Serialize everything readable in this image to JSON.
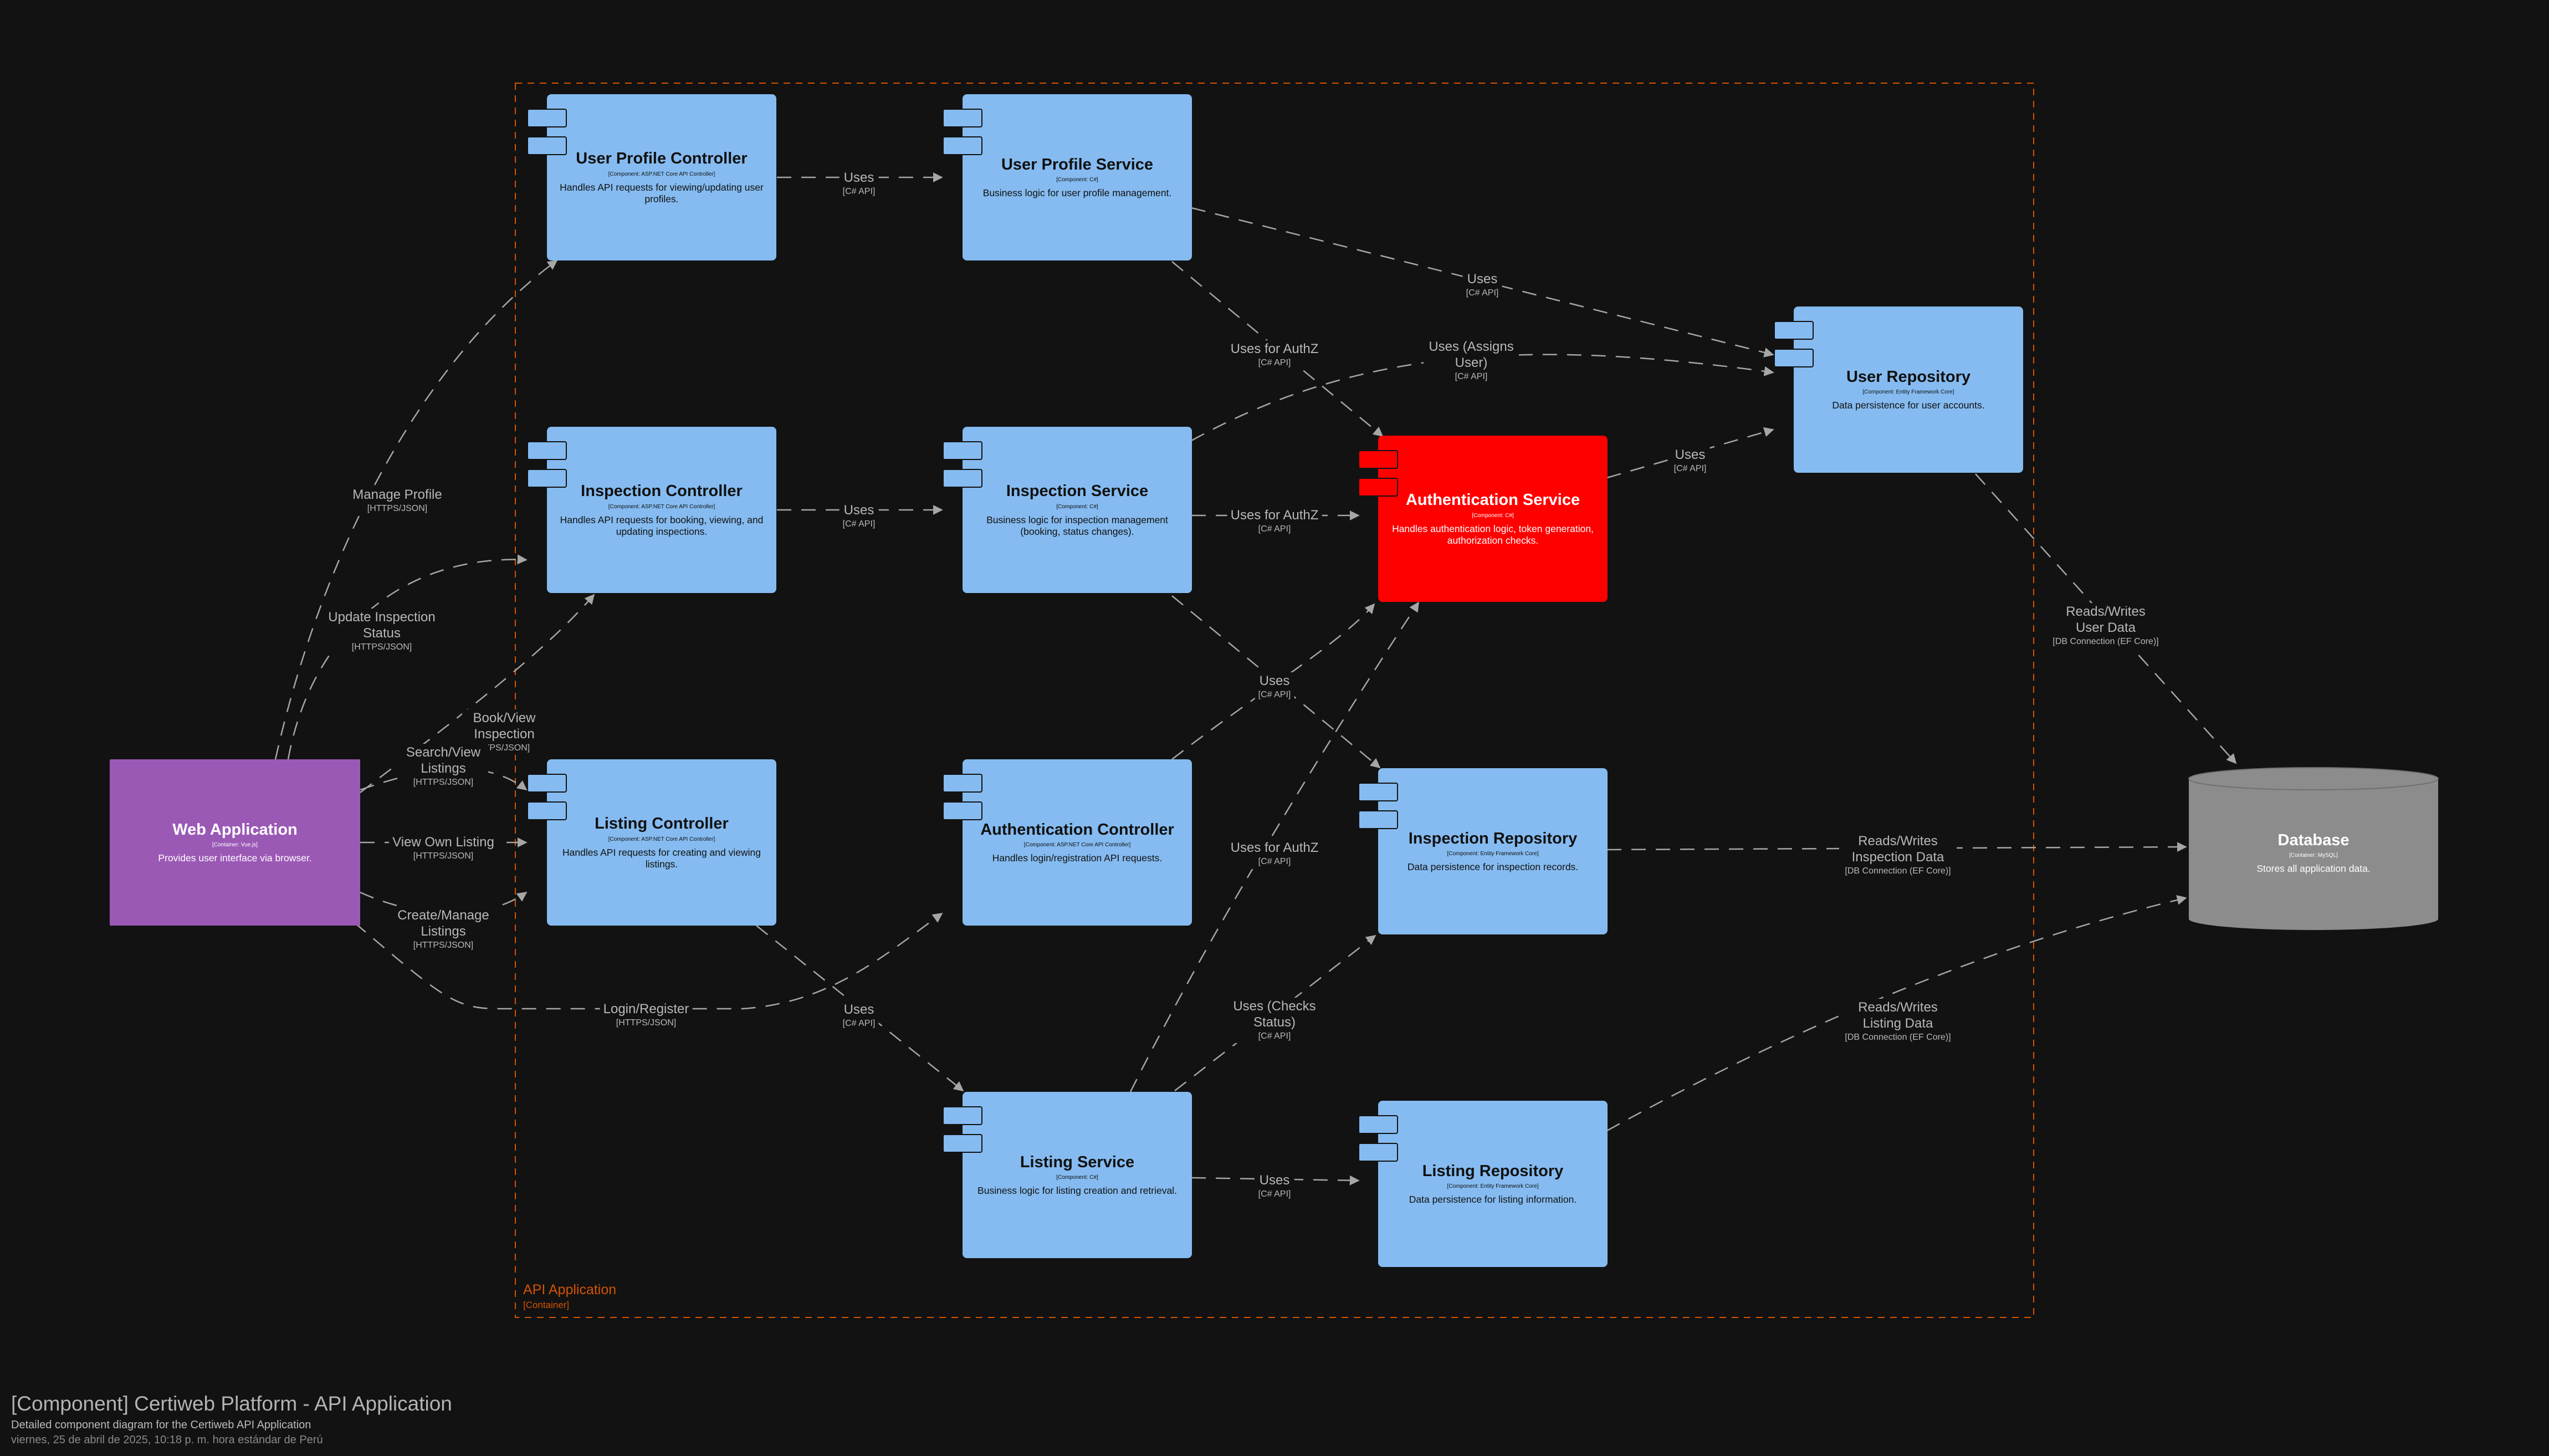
{
  "boundary": {
    "title": "API Application",
    "type": "[Container]"
  },
  "components": {
    "user_profile_controller": {
      "title": "User Profile Controller",
      "tech": "[Component: ASP.NET Core API Controller]",
      "desc": "Handles API requests for viewing/updating user profiles."
    },
    "user_profile_service": {
      "title": "User Profile Service",
      "tech": "[Component: C#]",
      "desc": "Business logic for user profile management."
    },
    "inspection_controller": {
      "title": "Inspection Controller",
      "tech": "[Component: ASP.NET Core API Controller]",
      "desc": "Handles API requests for booking, viewing, and updating inspections."
    },
    "inspection_service": {
      "title": "Inspection Service",
      "tech": "[Component: C#]",
      "desc": "Business logic for inspection management (booking, status changes)."
    },
    "authentication_service": {
      "title": "Authentication Service",
      "tech": "[Component: C#]",
      "desc": "Handles authentication logic, token generation, authorization checks."
    },
    "user_repository": {
      "title": "User Repository",
      "tech": "[Component: Entity Framework Core]",
      "desc": "Data persistence for user accounts."
    },
    "listing_controller": {
      "title": "Listing Controller",
      "tech": "[Component: ASP.NET Core API Controller]",
      "desc": "Handles API requests for creating and viewing listings."
    },
    "authentication_controller": {
      "title": "Authentication Controller",
      "tech": "[Component: ASP.NET Core API Controller]",
      "desc": "Handles login/registration API requests."
    },
    "inspection_repository": {
      "title": "Inspection Repository",
      "tech": "[Component: Entity Framework Core]",
      "desc": "Data persistence for inspection records."
    },
    "listing_service": {
      "title": "Listing Service",
      "tech": "[Component: C#]",
      "desc": "Business logic for listing creation and retrieval."
    },
    "listing_repository": {
      "title": "Listing Repository",
      "tech": "[Component: Entity Framework Core]",
      "desc": "Data persistence for listing information."
    }
  },
  "web_application": {
    "title": "Web Application",
    "tech": "[Container: Vue.js]",
    "desc": "Provides user interface via browser."
  },
  "database": {
    "title": "Database",
    "tech": "[Container: MySQL]",
    "desc": "Stores all application data."
  },
  "edges": {
    "upc_ups": {
      "text": "Uses",
      "tech": "[C# API]"
    },
    "ups_ur": {
      "text": "Uses",
      "tech": "[C# API]"
    },
    "ups_auth": {
      "text": "Uses for AuthZ",
      "tech": "[C# API]"
    },
    "is_ur": {
      "text": "Uses (Assigns User)",
      "tech": "[C# API]"
    },
    "ic_is": {
      "text": "Uses",
      "tech": "[C# API]"
    },
    "is_auth": {
      "text": "Uses for AuthZ",
      "tech": "[C# API]"
    },
    "auth_ur": {
      "text": "Uses",
      "tech": "[C# API]"
    },
    "ur_db": {
      "text": "Reads/Writes User Data",
      "tech": "[DB Connection (EF Core)]"
    },
    "is_ir": {
      "text": "Uses",
      "tech": "[C# API]"
    },
    "ac_auth": {
      "text": "Uses for AuthZ",
      "tech": "[C# API]"
    },
    "ir_db": {
      "text": "Reads/Writes Inspection Data",
      "tech": "[DB Connection (EF Core)]"
    },
    "lc_ls": {
      "text": "Uses",
      "tech": "[C# API]"
    },
    "ls_ir": {
      "text": "Uses (Checks Status)",
      "tech": "[C# API]"
    },
    "lr_db": {
      "text": "Reads/Writes Listing Data",
      "tech": "[DB Connection (EF Core)]"
    },
    "ls_lr": {
      "text": "Uses",
      "tech": "[C# API]"
    },
    "wa_upc": {
      "text": "Manage Profile",
      "tech": "[HTTPS/JSON]"
    },
    "wa_ic_update": {
      "text": "Update Inspection Status",
      "tech": "[HTTPS/JSON]"
    },
    "wa_ic_book": {
      "text": "Book/View Inspection",
      "tech": "TTPS/JSON]"
    },
    "wa_lc_search": {
      "text": "Search/View Listings",
      "tech": "[HTTPS/JSON]"
    },
    "wa_lc_view": {
      "text": "View Own Listing",
      "tech": "[HTTPS/JSON]"
    },
    "wa_lc_create": {
      "text": "Create/Manage Listings",
      "tech": "[HTTPS/JSON]"
    },
    "wa_ac": {
      "text": "Login/Register",
      "tech": "[HTTPS/JSON]"
    }
  },
  "footer": {
    "title": "[Component] Certiweb Platform - API Application",
    "subtitle": "Detailed component diagram for the Certiweb API Application",
    "date": "viernes, 25 de abril de 2025, 10:18 p. m. hora estándar de Perú"
  },
  "colors": {
    "background": "#121212",
    "component": "#85bbf0",
    "authentication_service": "#ff0000",
    "web_application": "#9b59b6",
    "database": "#8c8c8c",
    "boundary": "#d35400",
    "edge": "#a6a6a6"
  }
}
